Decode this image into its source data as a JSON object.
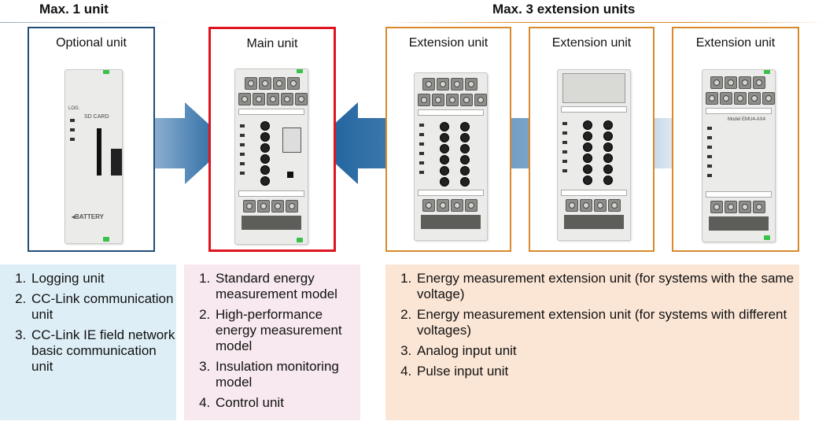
{
  "headings": {
    "left": "Max. 1 unit",
    "right": "Max. 3 extension units"
  },
  "boxes": {
    "optional": "Optional unit",
    "main": "Main unit",
    "ext1": "Extension unit",
    "ext2": "Extension unit",
    "ext3": "Extension unit"
  },
  "optional_device": {
    "sd_card": "SD CARD",
    "log": "LOG.",
    "battery": "◂BATTERY"
  },
  "ext3_device": {
    "model": "Model EMU4-AX4"
  },
  "lists": {
    "optional": [
      "Logging unit",
      "CC-Link communication unit",
      "CC-Link IE field network basic communication unit"
    ],
    "main": [
      "Standard energy measurement model",
      "High-performance energy measurement model",
      "Insulation monitoring model",
      "Control unit"
    ],
    "extension": [
      "Energy measurement extension unit (for systems with the same voltage)",
      "Energy measurement extension unit (for systems with different voltages)",
      "Analog input unit",
      "Pulse input unit"
    ]
  },
  "colors": {
    "optional_border": "#1f4e79",
    "main_border": "#e0141e",
    "extension_border": "#d9892b",
    "optional_panel": "#ddeef6",
    "main_panel": "#f7e9ef",
    "extension_panel": "#fbe6d6",
    "arrow": "#1b5f9c"
  }
}
